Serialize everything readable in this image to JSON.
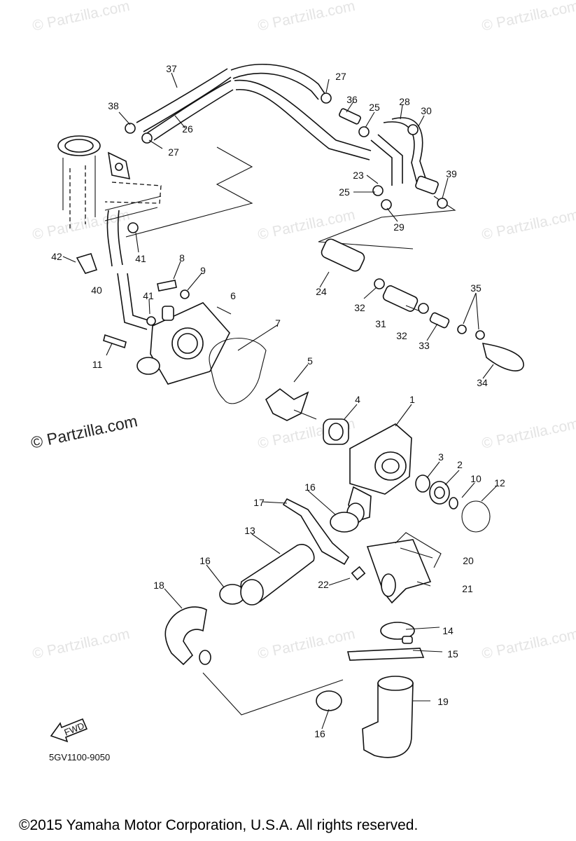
{
  "watermarks": {
    "repeated": "© Partzilla.com",
    "prominent": "© Partzilla.com"
  },
  "callouts": [
    "1",
    "2",
    "3",
    "4",
    "5",
    "6",
    "7",
    "8",
    "9",
    "10",
    "11",
    "12",
    "13",
    "14",
    "15",
    "16",
    "16",
    "16",
    "17",
    "18",
    "19",
    "20",
    "21",
    "22",
    "23",
    "24",
    "25",
    "25",
    "26",
    "27",
    "27",
    "28",
    "29",
    "30",
    "31",
    "32",
    "32",
    "33",
    "34",
    "35",
    "36",
    "37",
    "38",
    "39",
    "40",
    "41",
    "41",
    "42"
  ],
  "fwd_label": "FWD",
  "diagram_code": "5GV1100-9050",
  "copyright": "©2015 Yamaha Motor Corporation, U.S.A. All rights reserved."
}
